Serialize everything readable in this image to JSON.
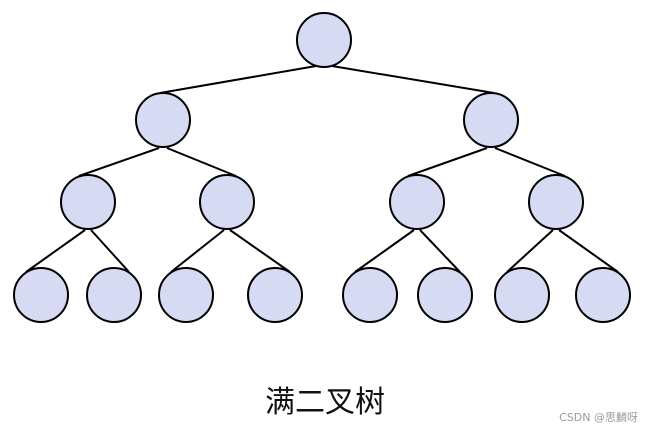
{
  "diagram": {
    "type": "full-binary-tree",
    "depth": 4,
    "node_fill": "#d6daf2",
    "node_stroke": "#000000",
    "edge_color": "#000000"
  },
  "caption": "满二叉树",
  "watermark": "CSDN @思麟呀"
}
